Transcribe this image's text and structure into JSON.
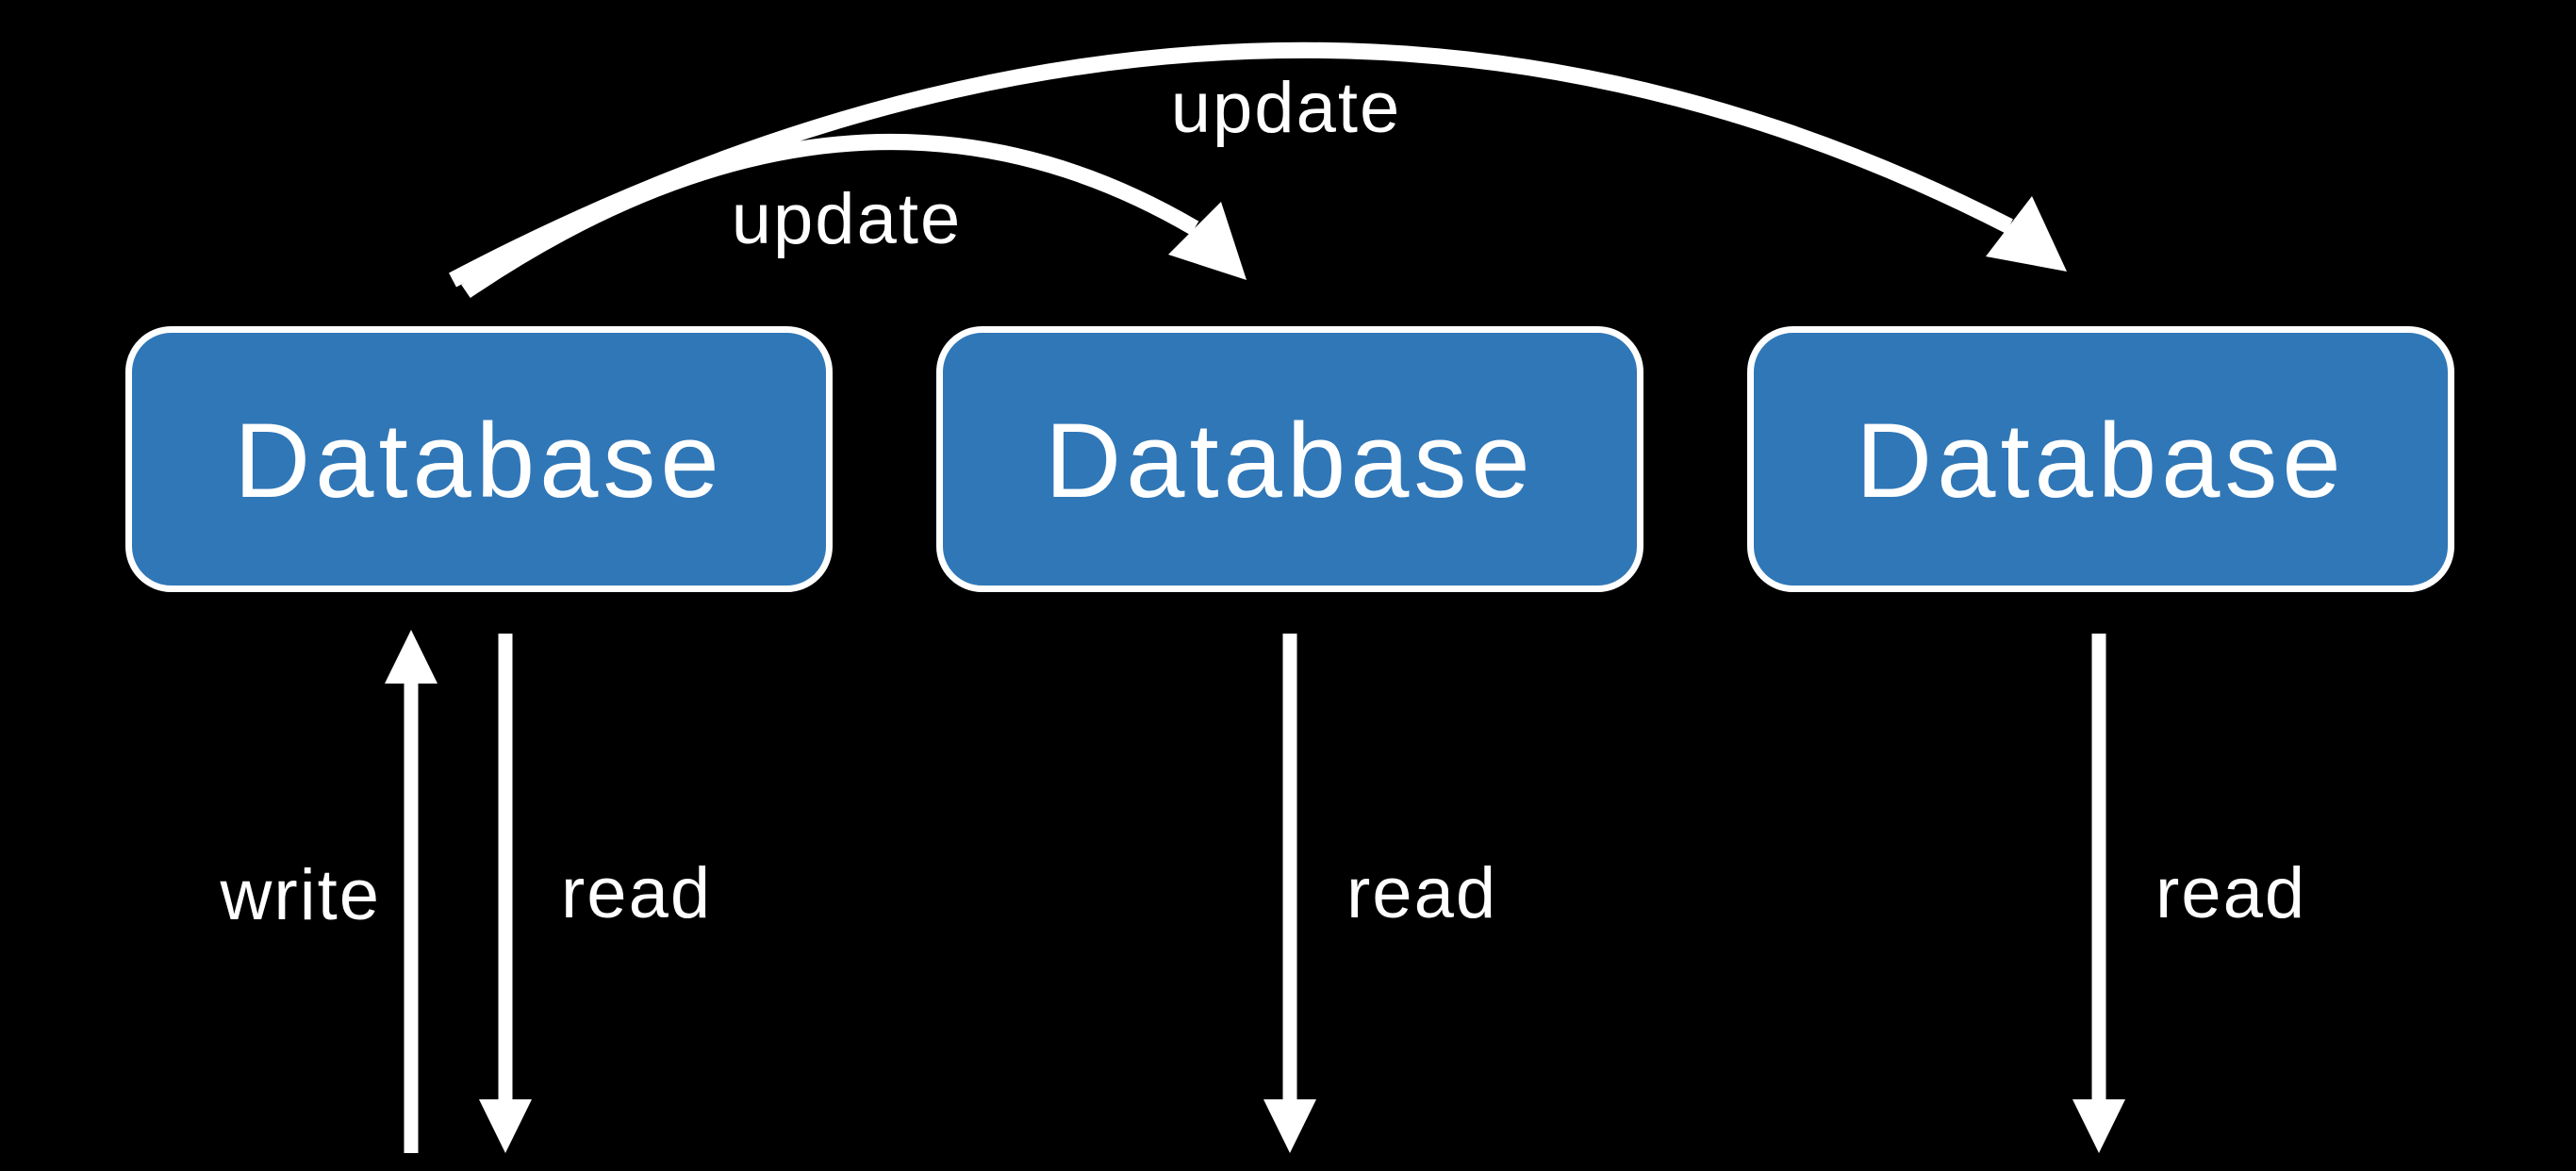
{
  "diagram": {
    "type": "database-replication-diagram",
    "background": "#000000",
    "colors": {
      "node_fill": "#3077B7",
      "node_border": "#FFFFFF",
      "arrow": "#FFFFFF",
      "label_text": "#FFFFFF"
    },
    "nodes": [
      {
        "label": "Database"
      },
      {
        "label": "Database"
      },
      {
        "label": "Database"
      }
    ],
    "edges": {
      "update_inner": {
        "label": "update"
      },
      "update_outer": {
        "label": "update"
      },
      "write_left": {
        "label": "write"
      },
      "read_left": {
        "label": "read"
      },
      "read_middle": {
        "label": "read"
      },
      "read_right": {
        "label": "read"
      }
    }
  }
}
